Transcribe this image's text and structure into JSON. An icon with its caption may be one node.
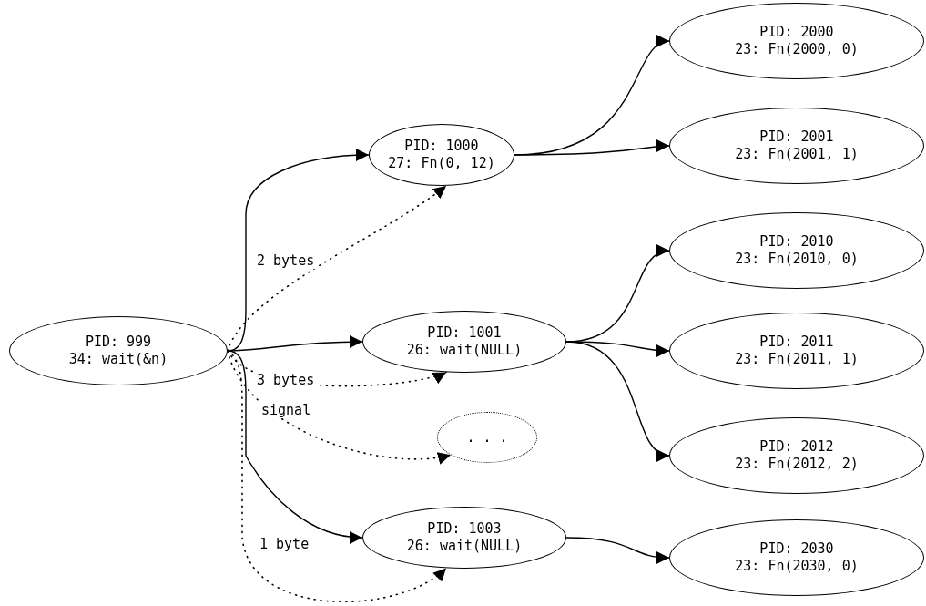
{
  "diagram": {
    "nodes": [
      {
        "text": [
          "PID: 999",
          "34: wait(&n)"
        ]
      },
      {
        "text": [
          "PID: 1000",
          "27: Fn(0, 12)"
        ]
      },
      {
        "text": [
          "PID: 1001",
          "26: wait(NULL)"
        ]
      },
      {
        "text": [
          ". . ."
        ]
      },
      {
        "text": [
          "PID: 1003",
          "26: wait(NULL)"
        ]
      },
      {
        "text": [
          "PID: 2000",
          "23: Fn(2000, 0)"
        ]
      },
      {
        "text": [
          "PID: 2001",
          "23: Fn(2001, 1)"
        ]
      },
      {
        "text": [
          "PID: 2010",
          "23: Fn(2010, 0)"
        ]
      },
      {
        "text": [
          "PID: 2011",
          "23: Fn(2011, 1)"
        ]
      },
      {
        "text": [
          "PID: 2012",
          "23: Fn(2012, 2)"
        ]
      },
      {
        "text": [
          "PID: 2030",
          "23: Fn(2030, 0)"
        ]
      }
    ],
    "edges": [
      {
        "from": 0,
        "to": 1,
        "arrow": "to"
      },
      {
        "from": 0,
        "to": 2,
        "arrow": "to"
      },
      {
        "from": 0,
        "to": 4,
        "arrow": "to"
      },
      {
        "from": 0,
        "to": 1,
        "arrow": "to",
        "style": "dashed",
        "label": "2 bytes"
      },
      {
        "from": 0,
        "to": 2,
        "arrow": "to",
        "style": "dashed",
        "label": "3 bytes"
      },
      {
        "from": 0,
        "to": 3,
        "arrow": "to",
        "style": "dashed",
        "label": "signal"
      },
      {
        "from": 0,
        "to": 4,
        "arrow": "to",
        "style": "dashed",
        "label": "1 byte"
      },
      {
        "from": 1,
        "to": 5,
        "arrow": "to"
      },
      {
        "from": 1,
        "to": 6,
        "arrow": "to"
      },
      {
        "from": 2,
        "to": 7,
        "arrow": "to"
      },
      {
        "from": 2,
        "to": 8,
        "arrow": "to"
      },
      {
        "from": 2,
        "to": 9,
        "arrow": "to"
      },
      {
        "from": 4,
        "to": 10,
        "arrow": "to"
      }
    ]
  }
}
